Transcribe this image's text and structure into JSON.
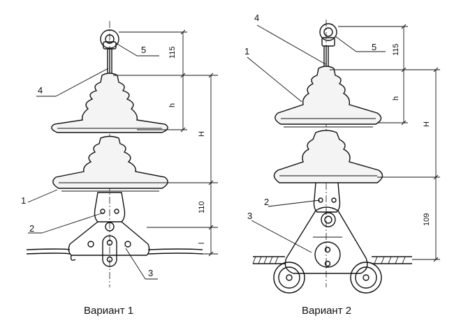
{
  "variant1": {
    "caption": "Вариант 1",
    "labels": {
      "p1": "1",
      "p2": "2",
      "p3": "3",
      "p4": "4",
      "p5": "5"
    },
    "dims": {
      "top": "115",
      "h": "h",
      "H": "H",
      "lower": "110",
      "l": "l"
    }
  },
  "variant2": {
    "caption": "Вариант 2",
    "labels": {
      "p1": "1",
      "p2": "2",
      "p3": "3",
      "p4": "4",
      "p5": "5"
    },
    "dims": {
      "top": "115",
      "h": "h",
      "H": "H",
      "lower": "109"
    }
  }
}
